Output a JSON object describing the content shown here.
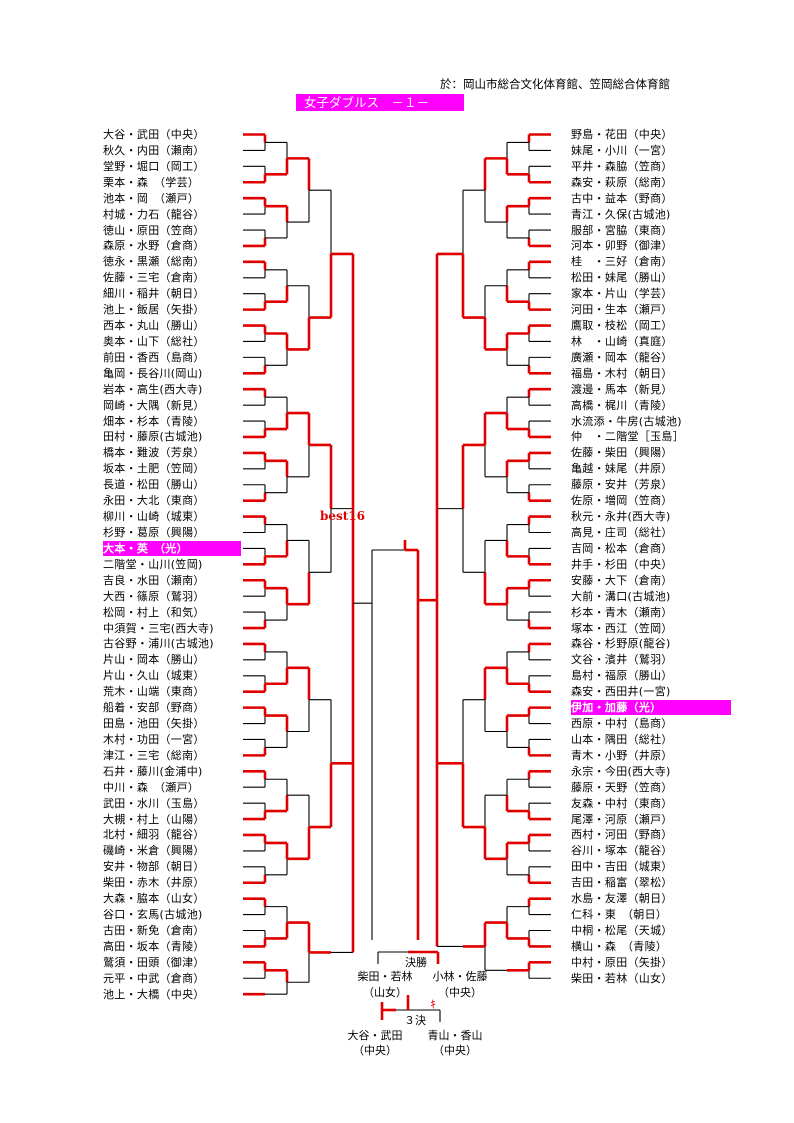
{
  "header": {
    "venue": "於：岡山市総合文化体育館、笠岡総合体育館",
    "title": "女子ダブルス　－１－"
  },
  "left_entries": [
    "大谷・武田（中央）",
    "秋久・内田（瀬南）",
    "堂野・堀口（岡工）",
    "栗本・森　（学芸）",
    "池本・岡　（瀬戸）",
    "村城・力石（龍谷）",
    "徳山・原田（笠商）",
    "森原・水野（倉商）",
    "徳永・黒瀬（総南）",
    "佐藤・三宅（倉南）",
    "細川・稲井（朝日）",
    "池上・飯居（矢掛）",
    "西本・丸山（勝山）",
    "奥本・山下（総社）",
    "前田・香西（島商）",
    "亀岡・長谷川(岡山)",
    "岩本・高生(西大寺)",
    "岡崎・大隅（新見）",
    "畑本・杉本（青陵）",
    "田村・藤原(古城池)",
    "橋本・難波（芳泉）",
    "坂本・土肥（笠岡）",
    "長道・松田（勝山）",
    "永田・大北（東商）",
    "柳川・山崎（城東）",
    "杉野・葛原（興陽）",
    "大本・英　（光）",
    "二階堂・山川(笠岡)",
    "吉良・水田（瀬南）",
    "大西・篠原（鷲羽）",
    "松岡・村上（和気）",
    "中須賀・三宅(西大寺)",
    "古谷野・浦川(古城池)",
    "片山・岡本（勝山）",
    "片山・久山（城東）",
    "荒木・山端（東商）",
    "船着・安部（野商）",
    "田島・池田（矢掛）",
    "木村・功田（一宮）",
    "津江・三宅（総南）",
    "石井・藤川(金浦中)",
    "中川・森　（瀬戸）",
    "武田・水川（玉島）",
    "大槻・村上（山陽）",
    "北村・細羽（龍谷）",
    "磯崎・米倉（興陽）",
    "安井・物部（朝日）",
    "柴田・赤木（井原）",
    "大森・脇本（山女）",
    "谷口・玄馬(古城池)",
    "古田・新免（倉南）",
    "高田・坂本（青陵）",
    "鷲須・田頭（御津）",
    "元平・中武（倉商）",
    "池上・大橋（中央）"
  ],
  "right_entries": [
    "野島・花田（中央）",
    "妹尾・小川（一宮）",
    "平井・森脇（笠商）",
    "森安・萩原（総南）",
    "古中・益本（野商）",
    "青江・久保(古城池)",
    "服部・宮脇（東商）",
    "河本・卯野（御津）",
    "桂　・三好（倉南）",
    "松田・妹尾（勝山）",
    "家本・片山（学芸）",
    "河田・生本（瀬戸）",
    "鷹取・枝松（岡工）",
    "林　・山崎（真庭）",
    "廣瀬・岡本（龍谷）",
    "福島・木村（朝日）",
    "渡邊・馬本（新見）",
    "高橋・梶川（青陵）",
    "水流添・牛房(古城池)",
    "仲　・二階堂［玉島］",
    "佐藤・柴田（興陽）",
    "亀越・妹尾（井原）",
    "藤原・安井（芳泉）",
    "佐原・増岡（笠商）",
    "秋元・永井(西大寺)",
    "高見・庄司（総社）",
    "吉岡・松本（倉商）",
    "井手・杉田（中央）",
    "安藤・大下（倉南）",
    "大前・溝口(古城池)",
    "杉本・青木（瀬南）",
    "塚本・西江（笠岡）",
    "森谷・杉野原(龍谷)",
    "文谷・濱井（鷲羽）",
    "島村・福原（勝山）",
    "森安・西田井(一宮)",
    "伊加・加藤（光）",
    "西原・中村（島商）",
    "山本・隅田（総社）",
    "青木・小野（井原）",
    "永宗・今田(西大寺)",
    "藤原・天野（笠商）",
    "友森・中村（東商）",
    "尾澤・河原（瀬戸）",
    "西村・河田（野商）",
    "谷川・塚本（龍谷）",
    "田中・吉田（城東）",
    "吉田・稲富（翠松）",
    "水島・友澤（朝日）",
    "仁科・東　（朝日）",
    "中桐・松尾（天城）",
    "横山・森　（青陵）",
    "中村・原田（矢掛）",
    "柴田・若林（山女）"
  ],
  "highlight": {
    "left_index": 26,
    "right_index": 36
  },
  "labels": {
    "best16": "best16",
    "final": "決勝",
    "third": "３決",
    "final_left_name": "柴田・若林",
    "final_left_school": "（山女）",
    "final_right_name": "小林・佐藤",
    "final_right_school": "（中央）",
    "third_left_name": "大谷・武田",
    "third_left_school": "（中央）",
    "third_right_name": "青山・香山",
    "third_right_school": "（中央）",
    "mark": "ｷ"
  },
  "colors": {
    "win": "#e00000",
    "line": "#000000",
    "highlight": "#ff00ff"
  }
}
